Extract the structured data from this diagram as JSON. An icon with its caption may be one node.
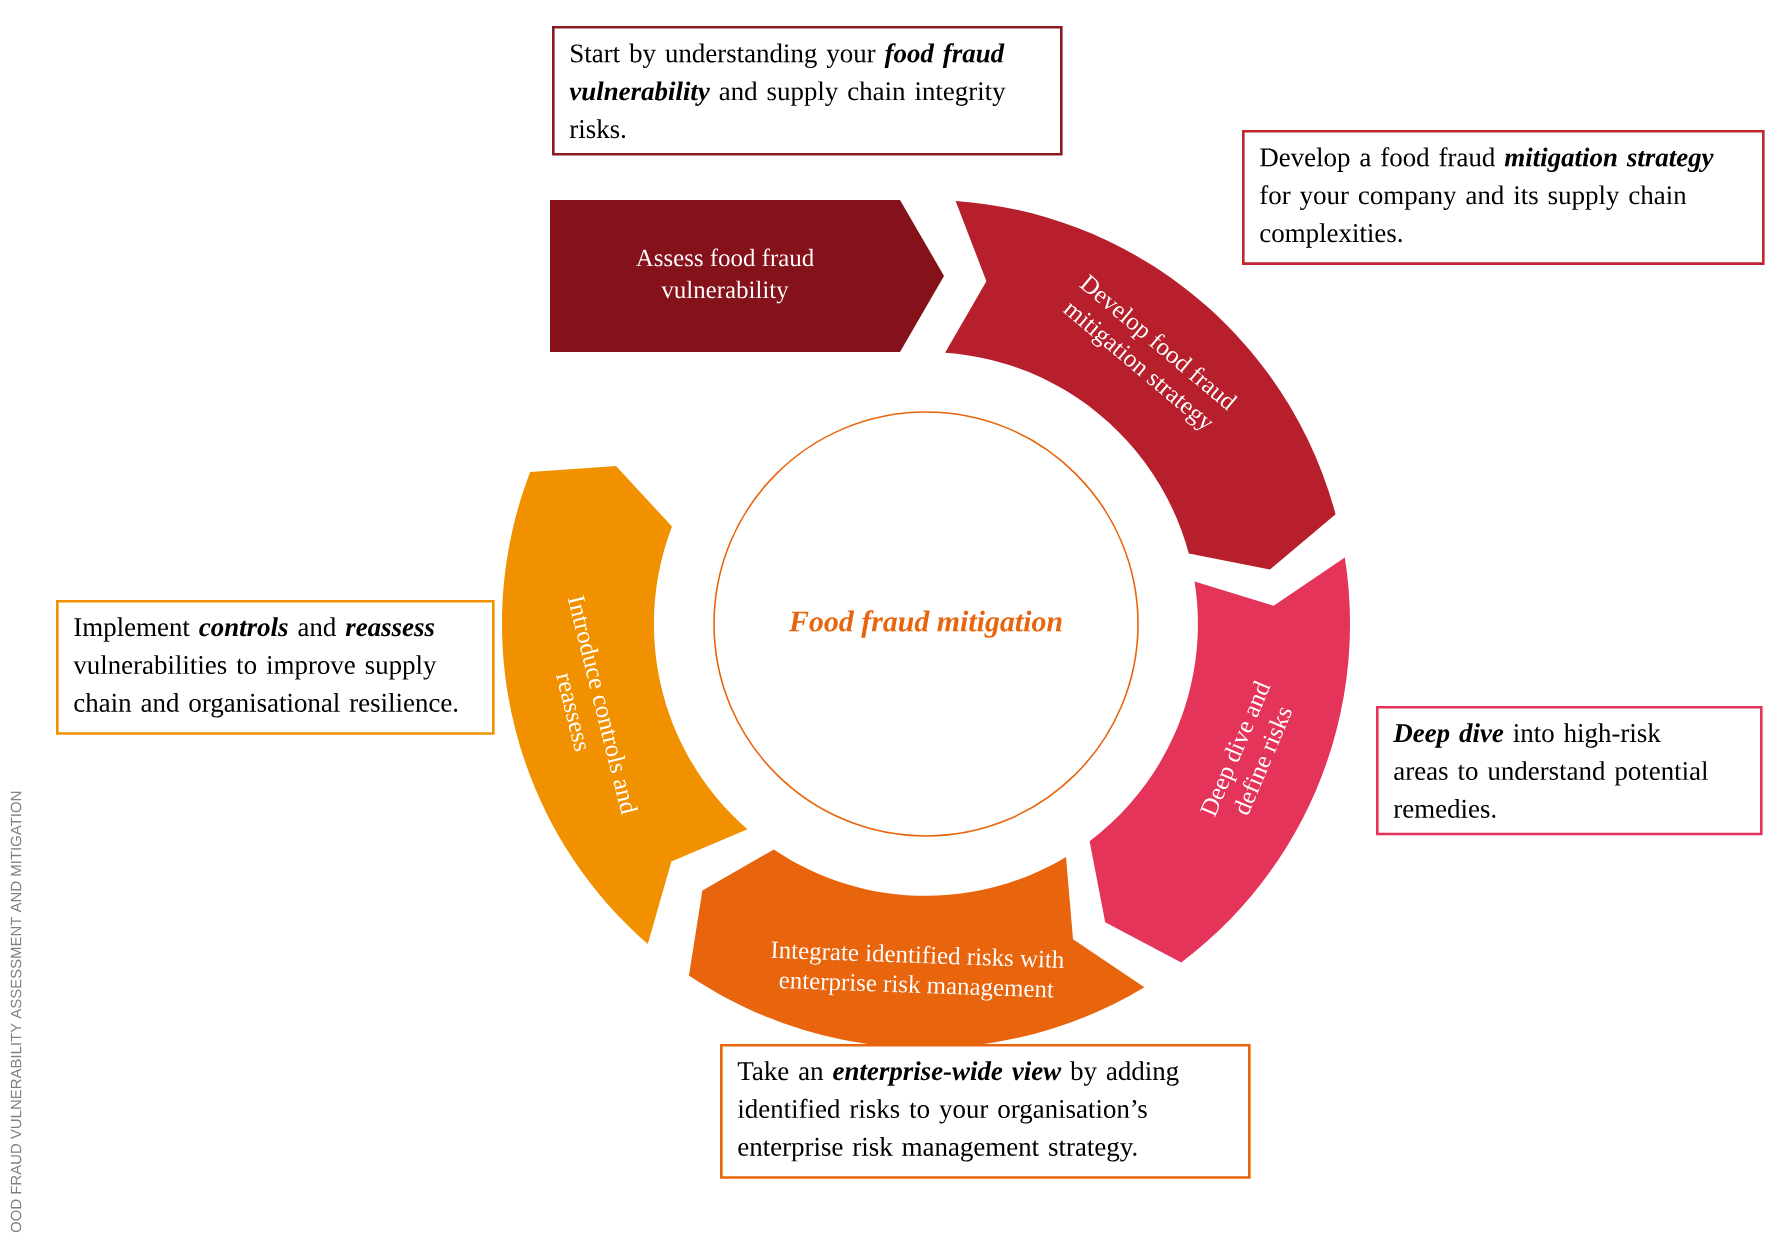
{
  "diagram": {
    "nodes": [
      {
        "text": [
          "Food fraud mitigation"
        ]
      },
      {
        "text": [
          "Assess food fraud vulnerability"
        ]
      },
      {
        "text": [
          "Develop food fraud mitigation strategy"
        ]
      },
      {
        "text": [
          "Deep dive and define risks"
        ]
      },
      {
        "text": [
          "Integrate identified risks with enterprise risk management"
        ]
      },
      {
        "text": [
          "Introduce controls and reassess"
        ]
      },
      {
        "text": [
          "Start by understanding your **food fraud vulnerability** and supply chain integrity risks."
        ]
      },
      {
        "text": [
          "Develop a food fraud **mitigation strategy** for your company and its supply chain complexities."
        ]
      },
      {
        "text": [
          "**Deep dive** into high-risk areas to understand potential remedies."
        ]
      },
      {
        "text": [
          "Implement **controls** and **reassess** vulnerabilities to improve supply chain and organisational resilience."
        ]
      },
      {
        "text": [
          "Take an **enterprise-wide view** by adding identified risks to your organisation’s enterprise risk management strategy."
        ]
      }
    ],
    "labels": [
      "OOD FRAUD VULNERABILITY ASSESSMENT AND MITIGATION"
    ]
  }
}
